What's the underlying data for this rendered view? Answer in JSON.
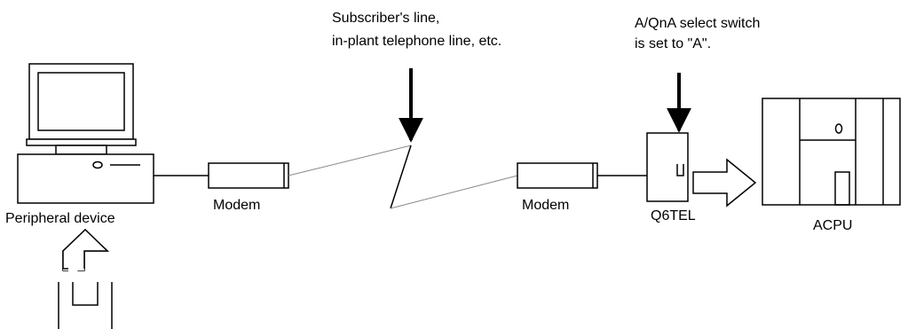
{
  "labels": {
    "line_note_1": "Subscriber's line,",
    "line_note_2": "in-plant telephone line, etc.",
    "switch_note_1": "A/QnA select switch",
    "switch_note_2": "is set to \"A\".",
    "peripheral": "Peripheral device",
    "modem_left": "Modem",
    "modem_right": "Modem",
    "telephone_unit": "Q6TEL",
    "cpu": "ACPU"
  },
  "icons": [
    "computer-icon",
    "modem-icon",
    "telephone-line-icon",
    "q6tel-module-icon",
    "plc-rack-icon",
    "block-arrow-icon",
    "memory-card-icon"
  ]
}
